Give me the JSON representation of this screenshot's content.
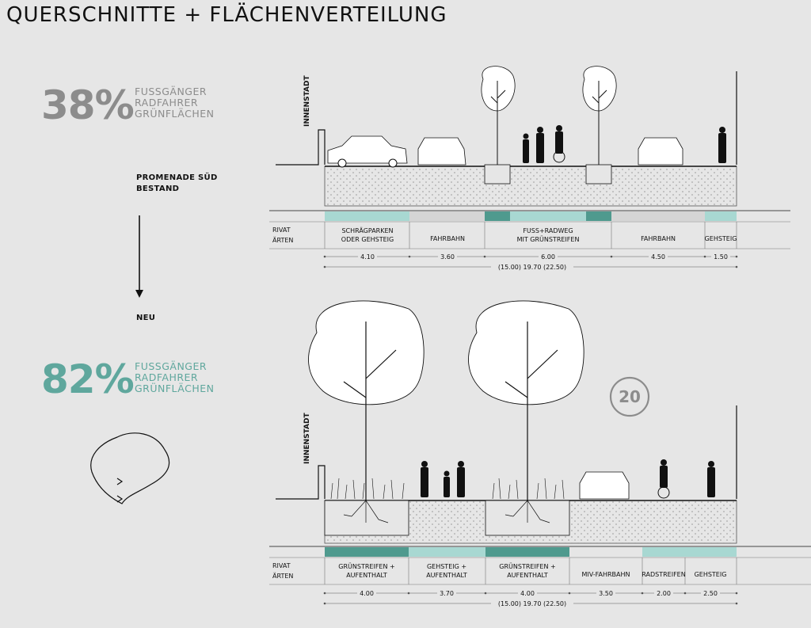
{
  "title": "QUERSCHNITTE + FLÄCHENVERTEILUNG",
  "colors": {
    "gray": "#8c8c8c",
    "teal": "#5fa79d",
    "light_teal": "#a8d8d2",
    "dark_teal": "#4f9a8e",
    "light_gray": "#d5d5d5"
  },
  "before": {
    "percent": "38%",
    "categories": [
      "FUSSGÄNGER",
      "RADFAHRER",
      "GRÜNFLÄCHEN"
    ],
    "label_line1": "PROMENADE SÜD",
    "label_line2": "BESTAND"
  },
  "after": {
    "percent": "82%",
    "categories": [
      "FUSSGÄNGER",
      "RADFAHRER",
      "GRÜNFLÄCHEN"
    ],
    "label": "NEU"
  },
  "badge": "20",
  "section_top": {
    "side_label": "INNENSTADT",
    "left_label_1": "RIVAT",
    "left_label_2": "ÄRTEN",
    "zones": [
      {
        "label_1": "SCHRÄGPARKEN",
        "label_2": "ODER GEHSTEIG",
        "width": "4.10"
      },
      {
        "label_1": "FAHRBAHN",
        "label_2": "",
        "width": "3.60"
      },
      {
        "label_1": "FUSS+RADWEG",
        "label_2": "MIT GRÜNSTREIFEN",
        "width": "6.00"
      },
      {
        "label_1": "FAHRBAHN",
        "label_2": "",
        "width": "4.50"
      },
      {
        "label_1": "GEHSTEIG",
        "label_2": "",
        "width": "1.50"
      }
    ],
    "total": "(15.00) 19.70 (22.50)"
  },
  "section_bottom": {
    "side_label": "INNENSTADT",
    "left_label_1": "RIVAT",
    "left_label_2": "ÄRTEN",
    "zones": [
      {
        "label_1": "GRÜNSTREIFEN +",
        "label_2": "AUFENTHALT",
        "width": "4.00"
      },
      {
        "label_1": "GEHSTEIG +",
        "label_2": "AUFENTHALT",
        "width": "3.70"
      },
      {
        "label_1": "GRÜNSTREIFEN +",
        "label_2": "AUFENTHALT",
        "width": "4.00"
      },
      {
        "label_1": "MIV-FAHRBAHN",
        "label_2": "",
        "width": "3.50"
      },
      {
        "label_1": "RADSTREIFEN",
        "label_2": "",
        "width": "2.00"
      },
      {
        "label_1": "GEHSTEIG",
        "label_2": "",
        "width": "2.50"
      }
    ],
    "total": "(15.00) 19.70 (22.50)"
  }
}
